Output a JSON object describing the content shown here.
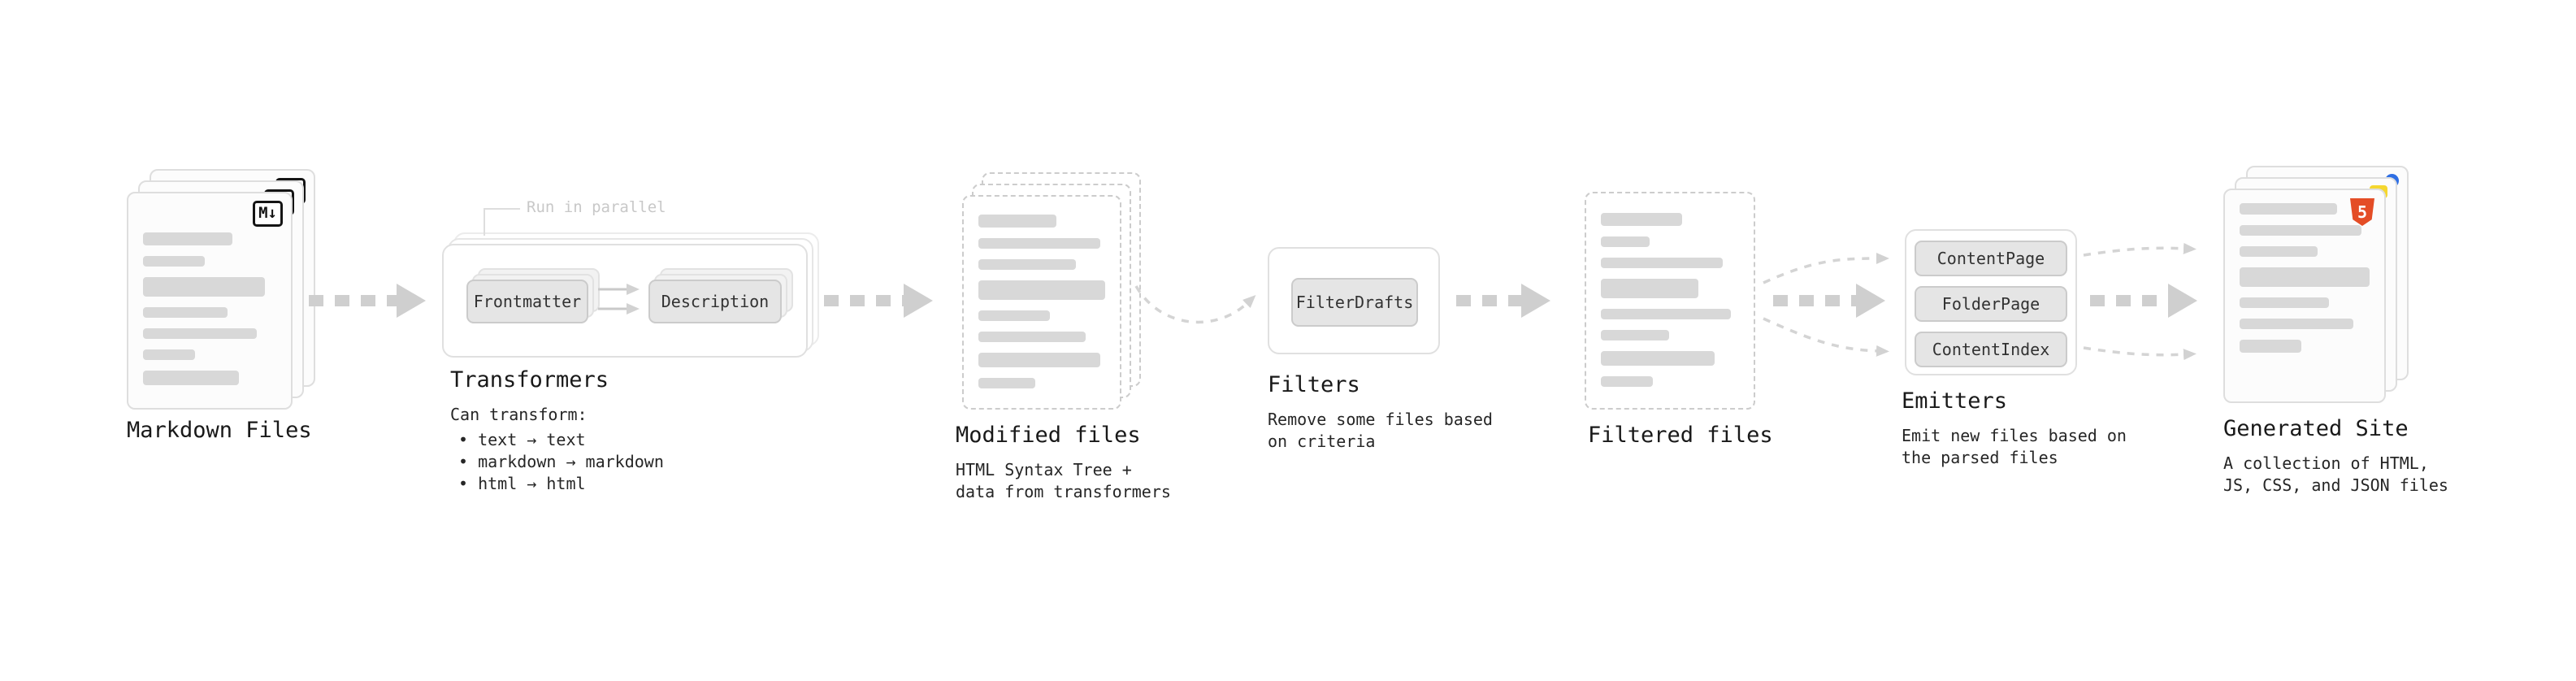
{
  "diagram": {
    "markdown_files": {
      "label": "Markdown Files",
      "badge": "M↓"
    },
    "transformers": {
      "label": "Transformers",
      "annotation": "Run in parallel",
      "chips": [
        "Frontmatter",
        "Description"
      ],
      "desc_title": "Can transform:",
      "bullets": [
        "• text → text",
        "• markdown → markdown",
        "• html → html"
      ]
    },
    "modified_files": {
      "label": "Modified files",
      "desc": "HTML Syntax Tree +\ndata from transformers"
    },
    "filters": {
      "label": "Filters",
      "chips": [
        "FilterDrafts"
      ],
      "desc": "Remove some files based\non criteria"
    },
    "filtered_files": {
      "label": "Filtered files"
    },
    "emitters": {
      "label": "Emitters",
      "chips": [
        "ContentPage",
        "FolderPage",
        "ContentIndex"
      ],
      "desc": "Emit new files based on\nthe parsed files"
    },
    "generated_site": {
      "label": "Generated Site",
      "badge_text": "5",
      "desc": "A collection of HTML,\nJS, CSS, and JSON files"
    }
  },
  "colors": {
    "arrow_thick": "#cfcfcf",
    "arrow_thin": "#d4d4d4",
    "bar_fill": "#d8d8d8",
    "html5_orange": "#e44d26",
    "css_blue": "#2f6fe4",
    "js_yellow": "#f5d72f",
    "annotation_gray": "#c8c8c8"
  }
}
